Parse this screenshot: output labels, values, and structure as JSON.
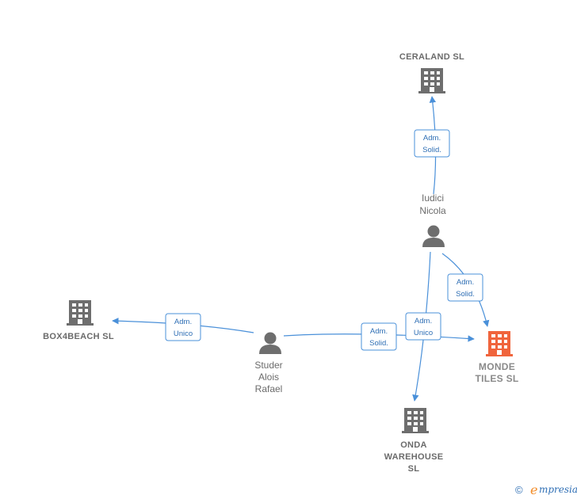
{
  "nodes": {
    "ceraland": {
      "label": [
        "CERALAND SL"
      ],
      "type": "company"
    },
    "iudici": {
      "label": [
        "Iudici",
        "Nicola"
      ],
      "type": "person"
    },
    "box4beach": {
      "label": [
        "BOX4BEACH SL"
      ],
      "type": "company"
    },
    "studer": {
      "label": [
        "Studer",
        "Alois",
        "Rafael"
      ],
      "type": "person"
    },
    "monde": {
      "label": [
        "MONDE",
        "TILES SL"
      ],
      "type": "company",
      "highlight": true
    },
    "onda": {
      "label": [
        "ONDA",
        "WAREHOUSE",
        "SL"
      ],
      "type": "company"
    }
  },
  "edges": [
    {
      "from": "iudici",
      "to": "ceraland",
      "badge": [
        "Adm.",
        "Solid."
      ]
    },
    {
      "from": "iudici",
      "to": "monde",
      "badge": [
        "Adm.",
        "Solid."
      ]
    },
    {
      "from": "iudici",
      "to": "onda",
      "badge": [
        "Adm.",
        "Unico"
      ]
    },
    {
      "from": "studer",
      "to": "box4beach",
      "badge": [
        "Adm.",
        "Unico"
      ]
    },
    {
      "from": "studer",
      "to": "monde",
      "badge": [
        "Adm.",
        "Solid."
      ]
    }
  ],
  "footer": {
    "copyright_symbol": "©",
    "brand_initial": "e",
    "brand_rest": "mpresia"
  },
  "colors": {
    "edge": "#4a90d9",
    "node": "#6e6e6e",
    "highlight": "#f0643c"
  }
}
